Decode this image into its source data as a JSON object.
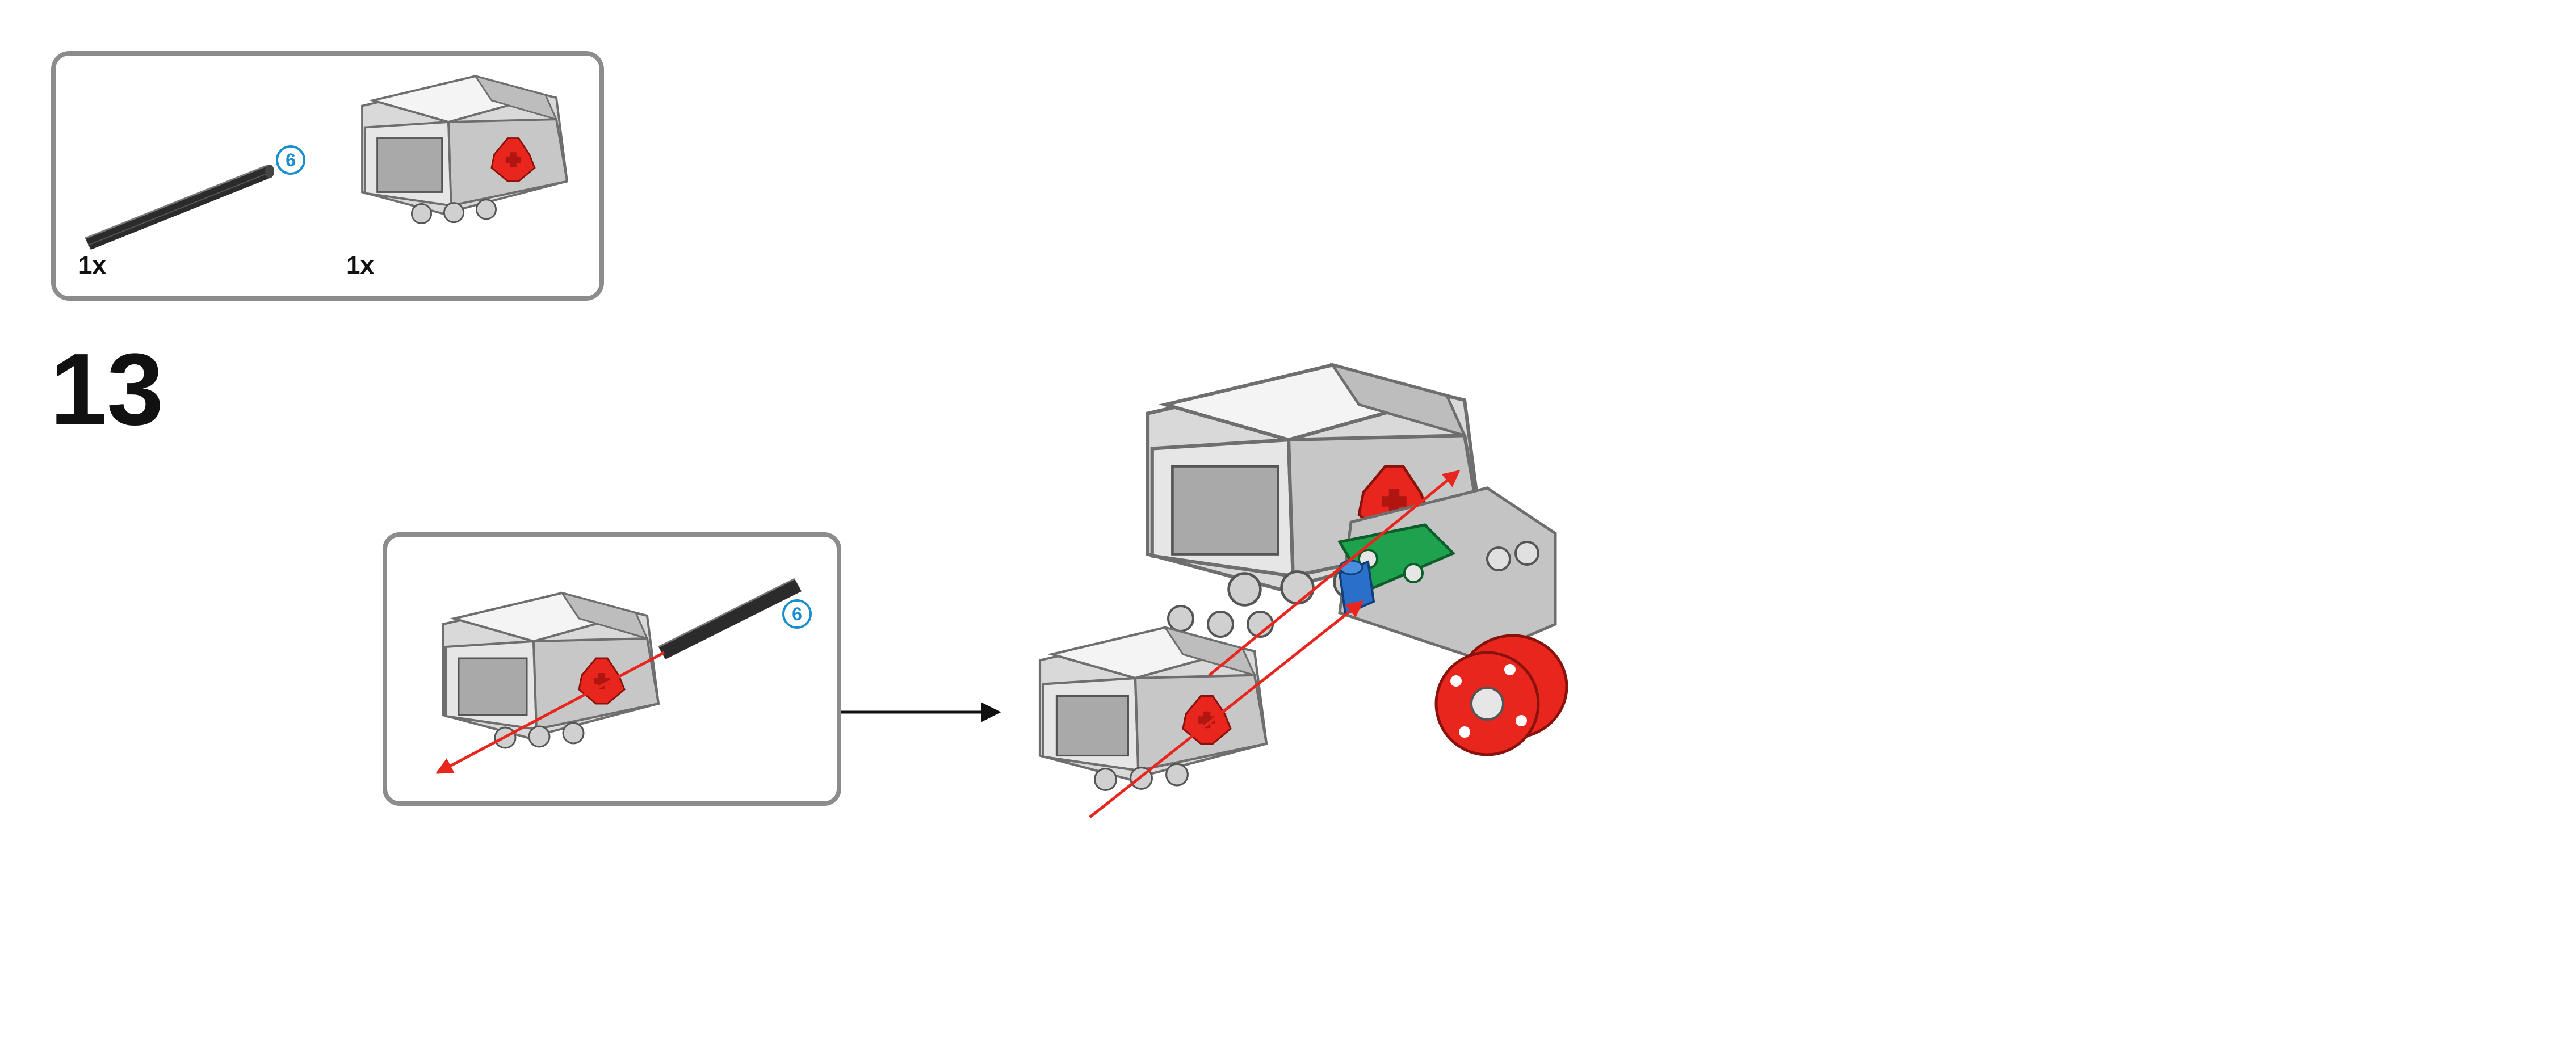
{
  "parts_callout": {
    "axle": {
      "quantity": "1x",
      "length": "6",
      "icon": "axle-icon"
    },
    "sensor": {
      "quantity": "1x",
      "icon": "touch-sensor-icon"
    }
  },
  "step": {
    "number": "13"
  },
  "subassembly": {
    "axle_length": "6"
  },
  "colors": {
    "frame_border": "#8c8c8c",
    "sensor_white": "#f2f2f2",
    "sensor_grey": "#b4b4b4",
    "sensor_dark": "#6e6e6e",
    "accent_red": "#e8261e",
    "axle_black": "#2b2b2b",
    "beam_green": "#1fa24e",
    "pin_blue": "#2a6fc9",
    "arrow_red": "#e8261e",
    "arrow_black": "#111111",
    "label_blue": "#1a8fd0"
  }
}
